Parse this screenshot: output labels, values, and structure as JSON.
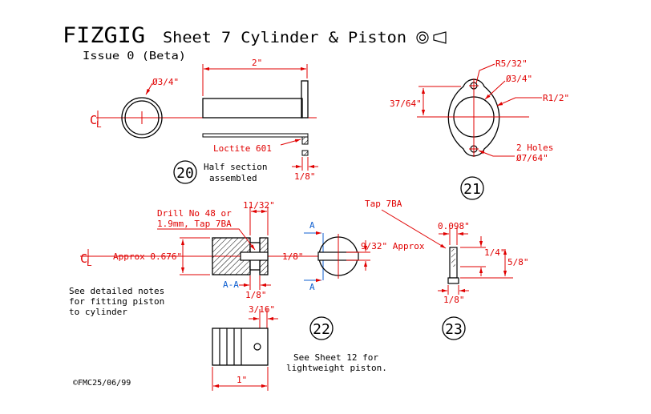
{
  "header": {
    "title": "FIZGIG",
    "sheet": "Sheet 7 Cylinder & Piston",
    "issue": "Issue 0 (Beta)"
  },
  "copyright": "©FMC25/06/99",
  "symbols": {
    "centerline": "CL",
    "projection": "third-angle-projection-icon"
  },
  "colors": {
    "outline": "#000000",
    "dimension": "#e00000",
    "section_marker": "#1060d0"
  },
  "views": {
    "v20": {
      "number": "20",
      "caption_line1": "Half section",
      "caption_line2": "assembled",
      "dim_length": "2\"",
      "dim_dia": "Ø3/4\"",
      "dim_thick": "1/8\"",
      "note_loctite": "Loctite 601"
    },
    "v21": {
      "number": "21",
      "dim_radius": "R5/32\"",
      "dim_bore": "Ø3/4\"",
      "dim_outer_radius": "R1/2\"",
      "dim_height": "37/64\"",
      "holes_line1": "2 Holes",
      "holes_line2": "Ø7/64\""
    },
    "v22": {
      "number": "22",
      "dim_top": "11/32\"",
      "drill_line1": "Drill No 48 or",
      "drill_line2": "1.9mm, Tap 7BA",
      "approx_label": "Approx 0.676\"",
      "dim_groove": "1/8\"",
      "dim_bottom": "1/8\"",
      "section_label": "A-A",
      "marker_a": "A",
      "dim_slot": "9/32\" Approx",
      "dim_width": "3/16\"",
      "dim_length": "1\"",
      "notes": [
        "See detailed notes",
        "for fitting piston",
        "to cylinder"
      ],
      "see_sheet_line1": "See Sheet 12 for",
      "see_sheet_line2": "lightweight piston."
    },
    "v23": {
      "number": "23",
      "tap_label": "Tap 7BA",
      "dim_dia": "0.098\"",
      "dim_upper": "1/4\"",
      "dim_total": "5/8\"",
      "dim_bottom": "1/8\""
    }
  }
}
